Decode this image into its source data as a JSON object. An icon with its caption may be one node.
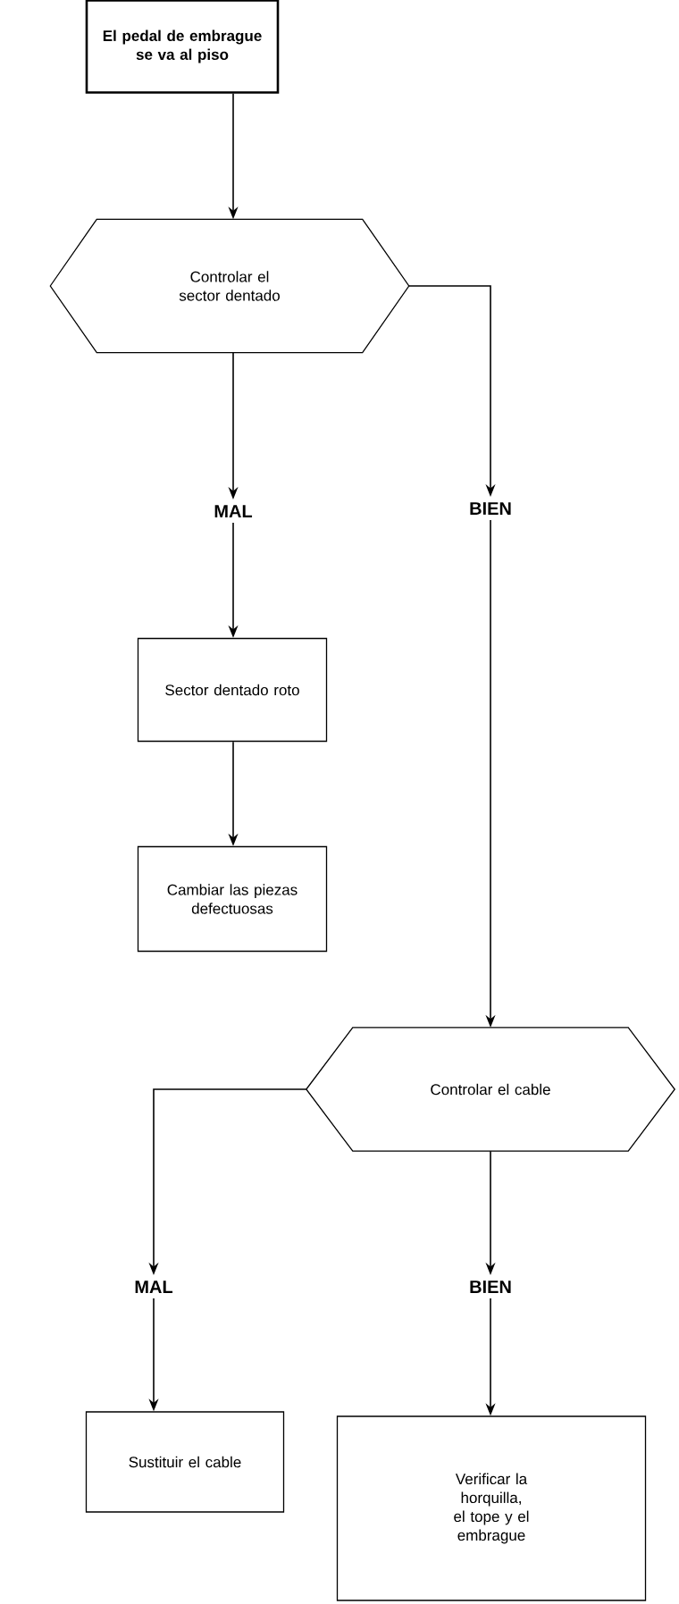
{
  "diagram": {
    "nodes": [
      {
        "text": [
          "El pedal de embrague se va al piso"
        ]
      },
      {
        "text": [
          "Controlar el sector dentado"
        ]
      },
      {
        "text": [
          "MAL"
        ]
      },
      {
        "text": [
          "BIEN"
        ]
      },
      {
        "text": [
          "Sector dentado roto"
        ]
      },
      {
        "text": [
          "Cambiar las piezas defectuosas"
        ]
      },
      {
        "text": [
          "Controlar el cable"
        ]
      },
      {
        "text": [
          "MAL"
        ]
      },
      {
        "text": [
          "BIEN"
        ]
      },
      {
        "text": [
          "Sustituir el cable"
        ]
      },
      {
        "text": [
          "Verificar la horquilla, el tope y el embrague"
        ]
      }
    ],
    "edges": [
      {
        "from": 0,
        "to": 1,
        "arrow": "to"
      },
      {
        "from": 1,
        "to": 2,
        "arrow": "to"
      },
      {
        "from": 1,
        "to": 3,
        "arrow": "to"
      },
      {
        "from": 2,
        "to": 4,
        "arrow": "to"
      },
      {
        "from": 4,
        "to": 5,
        "arrow": "to"
      },
      {
        "from": 3,
        "to": 6,
        "arrow": "to"
      },
      {
        "from": 6,
        "to": 7,
        "arrow": "to"
      },
      {
        "from": 6,
        "to": 8,
        "arrow": "to"
      },
      {
        "from": 7,
        "to": 9,
        "arrow": "to"
      },
      {
        "from": 8,
        "to": 10,
        "arrow": "to"
      }
    ]
  }
}
